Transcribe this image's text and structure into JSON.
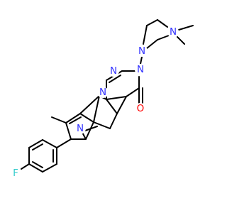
{
  "molecule": {
    "atoms": {
      "F": {
        "label": "F",
        "color": "#33cccc"
      },
      "N1": {
        "label": "N",
        "color": "#3333ff"
      },
      "N2": {
        "label": "N",
        "color": "#3333ff"
      },
      "N3": {
        "label": "N",
        "color": "#3333ff"
      },
      "N4": {
        "label": "N",
        "color": "#3333ff"
      },
      "N5": {
        "label": "N",
        "color": "#3333ff"
      },
      "N6": {
        "label": "N",
        "color": "#3333ff"
      },
      "O": {
        "label": "O",
        "color": "#ff0000"
      }
    }
  }
}
